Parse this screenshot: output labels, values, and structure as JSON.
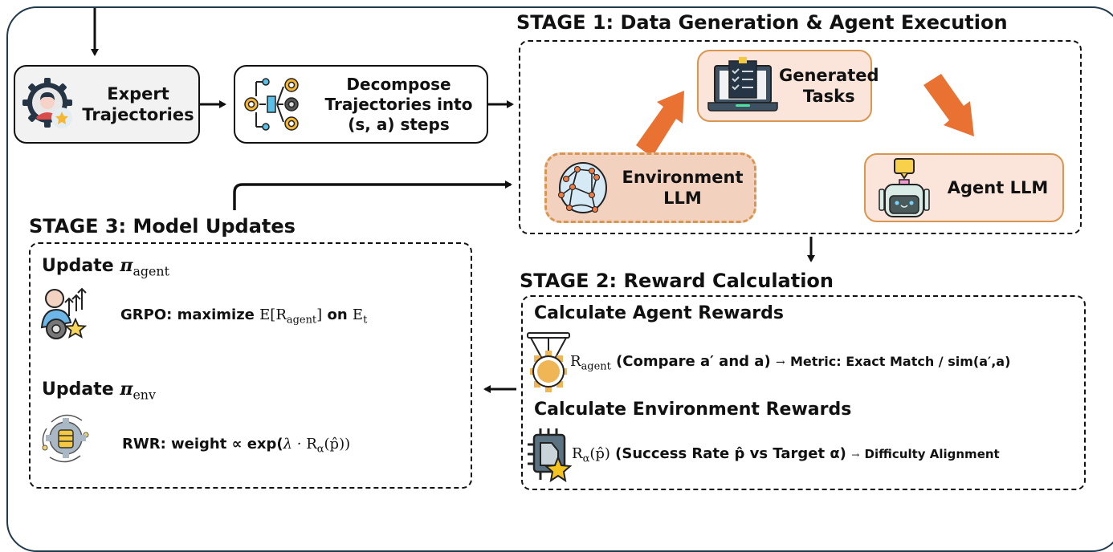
{
  "nodes": {
    "expert": {
      "line1": "Expert",
      "line2": "Trajectories"
    },
    "decompose": {
      "line1": "Decompose",
      "line2": "Trajectories into",
      "line3": "(s, a) steps"
    },
    "generated_tasks": {
      "line1": "Generated",
      "line2": "Tasks"
    },
    "environment_llm": {
      "line1": "Environment",
      "line2": "LLM"
    },
    "agent_llm": {
      "label": "Agent LLM"
    }
  },
  "stage1": {
    "title": "STAGE 1: Data Generation & Agent Execution"
  },
  "stage2": {
    "title": "STAGE 2: Reward Calculation",
    "agent_rewards": {
      "heading": "Calculate Agent Rewards",
      "symbol": "R",
      "subscript": "agent",
      "description": "(Compare a′ and a)",
      "arrow": "→",
      "metric": "Metric: Exact Match / sim(a′,a)"
    },
    "env_rewards": {
      "heading": "Calculate Environment Rewards",
      "symbol": "R",
      "subscript": "α",
      "argument": "(p̂)",
      "description": "(Success Rate p̂ vs Target α)",
      "arrow": "→",
      "result": "Difficulty Alignment"
    }
  },
  "stage3": {
    "title": "STAGE 3: Model Updates",
    "agent_update": {
      "heading": "Update",
      "pi": "π",
      "subscript": "agent",
      "method": "GRPO: maximize",
      "expectation": "E[",
      "reward": "R",
      "reward_sub": "agent",
      "close": "]",
      "on": "on",
      "env": "E",
      "env_sub": "t"
    },
    "env_update": {
      "heading": "Update",
      "pi": "π",
      "subscript": "env",
      "method": "RWR: weight ∝ exp(",
      "lambda": "λ · ",
      "reward": "R",
      "reward_sub": "α",
      "argument": "(p̂)",
      "close": ")"
    }
  },
  "colors": {
    "outer_border": "#1e3a4c",
    "accent_orange": "#e97132",
    "peach_fill": "#fbe5da",
    "peach_border": "#d99650",
    "env_fill": "#f2d2bf"
  }
}
